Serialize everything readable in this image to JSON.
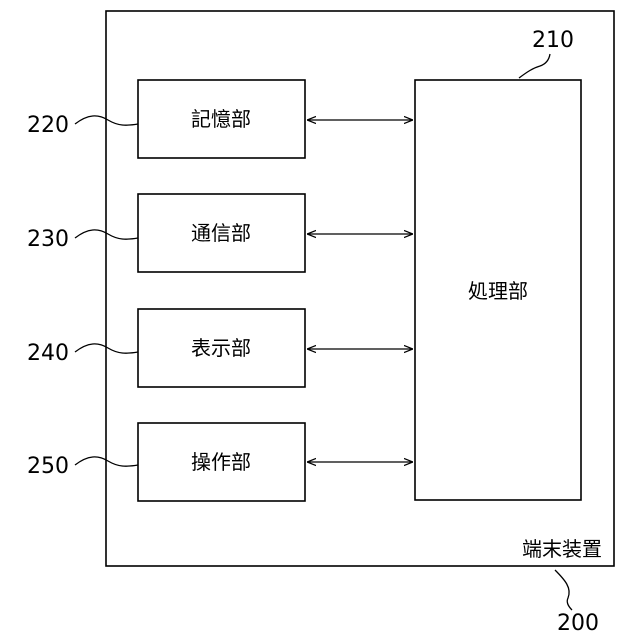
{
  "device": {
    "label": "端末装置",
    "ref": "200"
  },
  "processor": {
    "label": "処理部",
    "ref": "210"
  },
  "units": [
    {
      "label": "記憶部",
      "ref": "220"
    },
    {
      "label": "通信部",
      "ref": "230"
    },
    {
      "label": "表示部",
      "ref": "240"
    },
    {
      "label": "操作部",
      "ref": "250"
    }
  ]
}
